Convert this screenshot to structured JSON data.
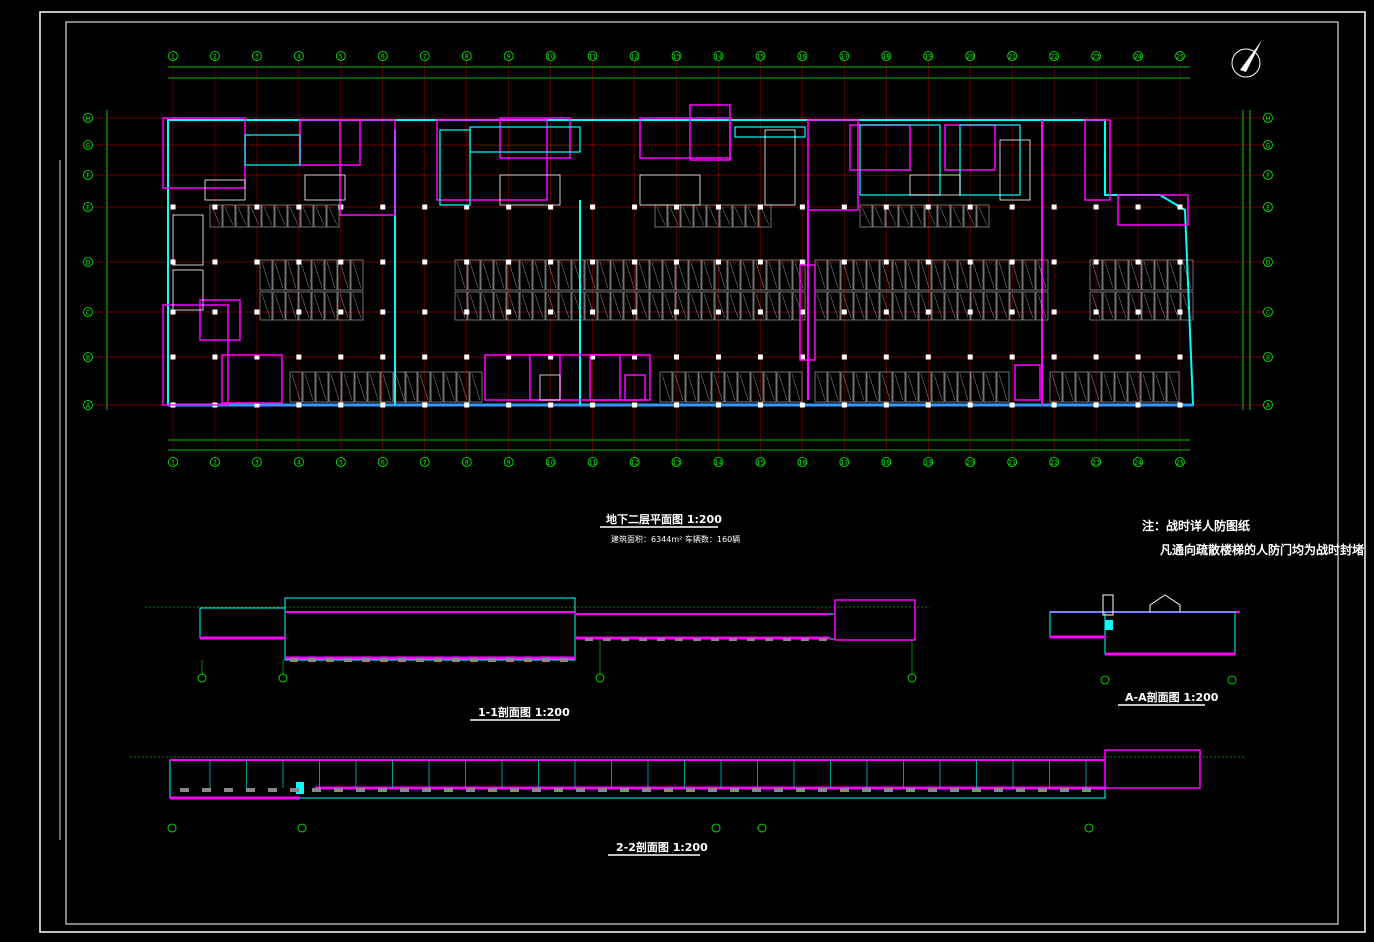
{
  "drawing": {
    "plan_title": "地下二层平面图  1:200",
    "plan_subtitle": "建筑面积：6344m² 车辆数：160辆",
    "notes": [
      "注：战时详人防图纸",
      "凡通向疏散楼梯的人防门均为战时封堵"
    ],
    "section_1_title": "1-1剖面图  1:200",
    "section_2_title": "2-2剖面图  1:200",
    "section_a_title": "A-A剖面图  1:200",
    "plan_axes_numbers": [
      "1",
      "2",
      "3",
      "4",
      "5",
      "6",
      "7",
      "8",
      "9",
      "10",
      "11",
      "12",
      "13",
      "14",
      "15",
      "16",
      "17",
      "18",
      "19",
      "20",
      "21",
      "22",
      "23",
      "24",
      "25"
    ],
    "plan_axes_letters": [
      "H",
      "G",
      "F",
      "E",
      "D",
      "C",
      "B",
      "A"
    ]
  },
  "colors": {
    "background": "#000000",
    "frame": "#ffffff",
    "axis": "#00ff00",
    "wall": "#ff00ff",
    "wall_cyan": "#00ffff",
    "column": "#ffffff",
    "grid_red": "#ff0000"
  }
}
